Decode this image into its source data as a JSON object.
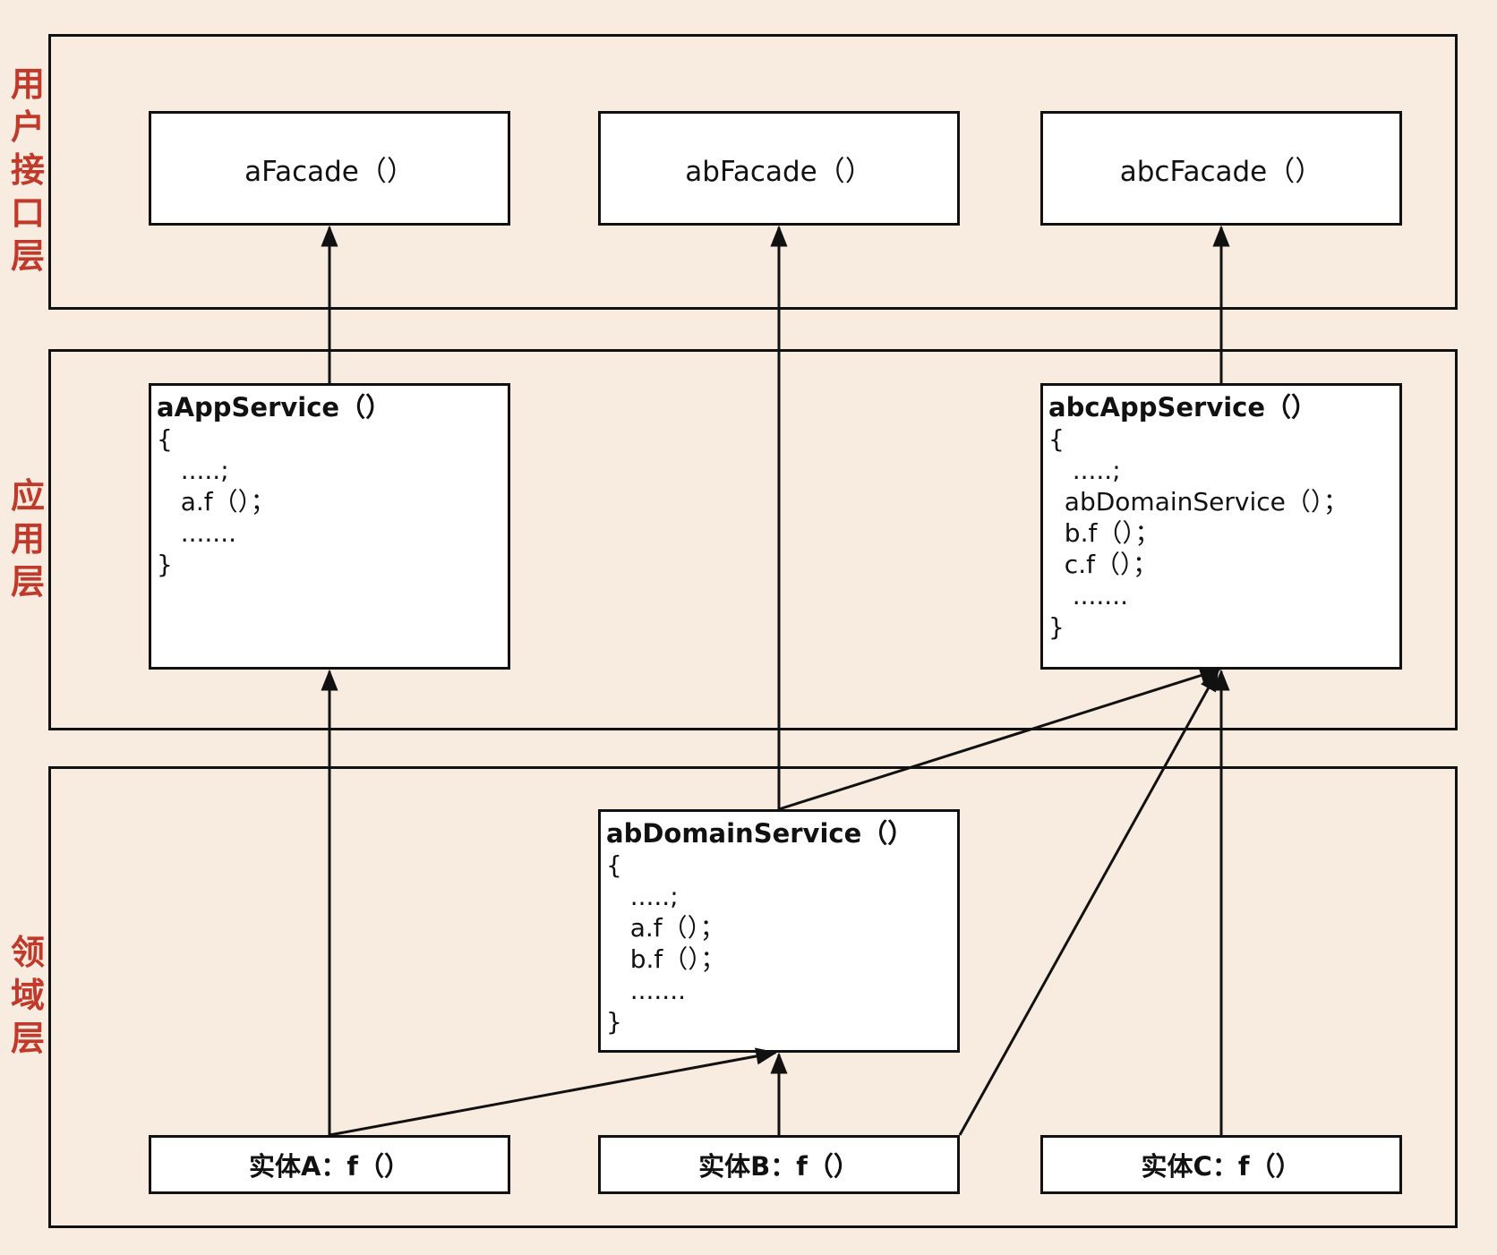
{
  "layers": {
    "ui": {
      "label": [
        "用",
        "户",
        "接",
        "口",
        "层"
      ]
    },
    "app": {
      "label": [
        "应",
        "用",
        "层"
      ]
    },
    "domain": {
      "label": [
        "领",
        "域",
        "层"
      ]
    }
  },
  "facades": {
    "a": "aFacade（）",
    "ab": "abFacade（）",
    "abc": "abcFacade（）"
  },
  "app_services": {
    "a": {
      "title": "aAppService（）",
      "lines": [
        "{",
        "   .....;",
        "   a.f（）；",
        "   .......",
        "}"
      ]
    },
    "abc": {
      "title": "abcAppService（）",
      "lines": [
        "{",
        "   .....;",
        "  abDomainService（）；",
        "  b.f（）；",
        "  c.f（）；",
        "   .......",
        "}"
      ]
    }
  },
  "domain_service": {
    "title": "abDomainService（）",
    "lines": [
      "{",
      "   .....;",
      "   a.f（）；",
      "   b.f（）；",
      "   .......",
      "}"
    ]
  },
  "entities": {
    "a": "实体A：f（）",
    "b": "实体B：f（）",
    "c": "实体C：f（）"
  }
}
